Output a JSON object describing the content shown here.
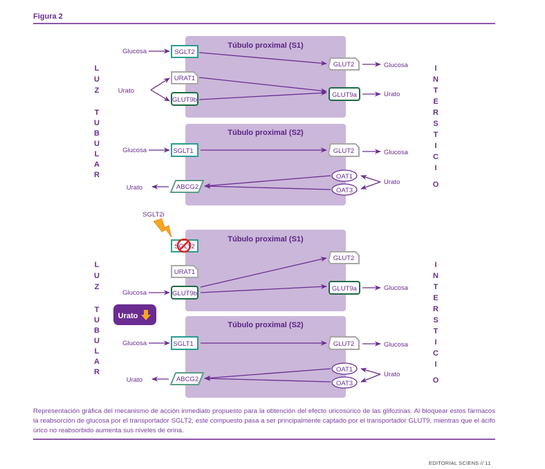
{
  "figure": {
    "title": "Figura 2",
    "caption": "Representación gráfica del mecanismo de acción inmediato propuesto para la obtención del efecto uricosúrico de las glifozinas. Al bloquear estos fármacos la reabsorción de glucosa por el transportador SGLT2, este compuesto pasa a ser principalmente captado por el transportador GLUT9, mientras que el ácifo úrico no reabsorbido aumenta sus niveles de orina.",
    "footer": "EDITORIAL SCIENS // 11"
  },
  "colors": {
    "accent": "#6a2c91",
    "panel": "#cbb7da",
    "teal_border": "#2a9d8f",
    "green_border": "#1e6b45",
    "gray_border": "#a8a8a8",
    "inhibit_red": "#e0201b",
    "bolt_orange": "#f5a623"
  },
  "side_labels": {
    "left": [
      "L",
      "U",
      "Z",
      "",
      "T",
      "U",
      "B",
      "U",
      "L",
      "A",
      "R"
    ],
    "right": [
      "I",
      "N",
      "T",
      "E",
      "R",
      "S",
      "T",
      "I",
      "C",
      "I",
      "O"
    ]
  },
  "top_diagram": {
    "s1": {
      "title": "Túbulo proximal (S1)",
      "inputs": {
        "glucosa": "Glucosa",
        "urato": "Urato"
      },
      "apical": [
        "SGLT2",
        "URAT1",
        "GLUT9b"
      ],
      "basolateral": [
        "GLUT2",
        "GLUT9a"
      ],
      "outputs": {
        "glut2": "Glucosa",
        "glut9a": "Urato"
      }
    },
    "s2": {
      "title": "Túbulo proximal (S2)",
      "inputs": {
        "glucosa": "Glucosa",
        "urato_out": "Urato"
      },
      "apical": [
        "SGLT1",
        "ABCG2"
      ],
      "basolateral": [
        "GLUT2",
        "OAT1",
        "OAT3"
      ],
      "outputs": {
        "glut2": "Glucosa",
        "oat": "Urato"
      }
    }
  },
  "bottom_diagram": {
    "inhibitor": "SGLT2i",
    "urato_badge": "Urato",
    "s1": {
      "title": "Túbulo proximal (S1)",
      "inputs": {
        "glucosa": "Glucosa"
      },
      "apical": [
        "SGLT2",
        "URAT1",
        "GLUT9b"
      ],
      "basolateral": [
        "GLUT2",
        "GLUT9a"
      ],
      "outputs": {
        "glut9a": "Glucosa"
      }
    },
    "s2": {
      "title": "Túbulo proximal (S2)",
      "inputs": {
        "glucosa": "Glucosa",
        "urato_out": "Urato"
      },
      "apical": [
        "SGLT1",
        "ABCG2"
      ],
      "basolateral": [
        "GLUT2",
        "OAT1",
        "OAT3"
      ],
      "outputs": {
        "glut2": "Glucosa",
        "oat": "Urato"
      }
    }
  }
}
